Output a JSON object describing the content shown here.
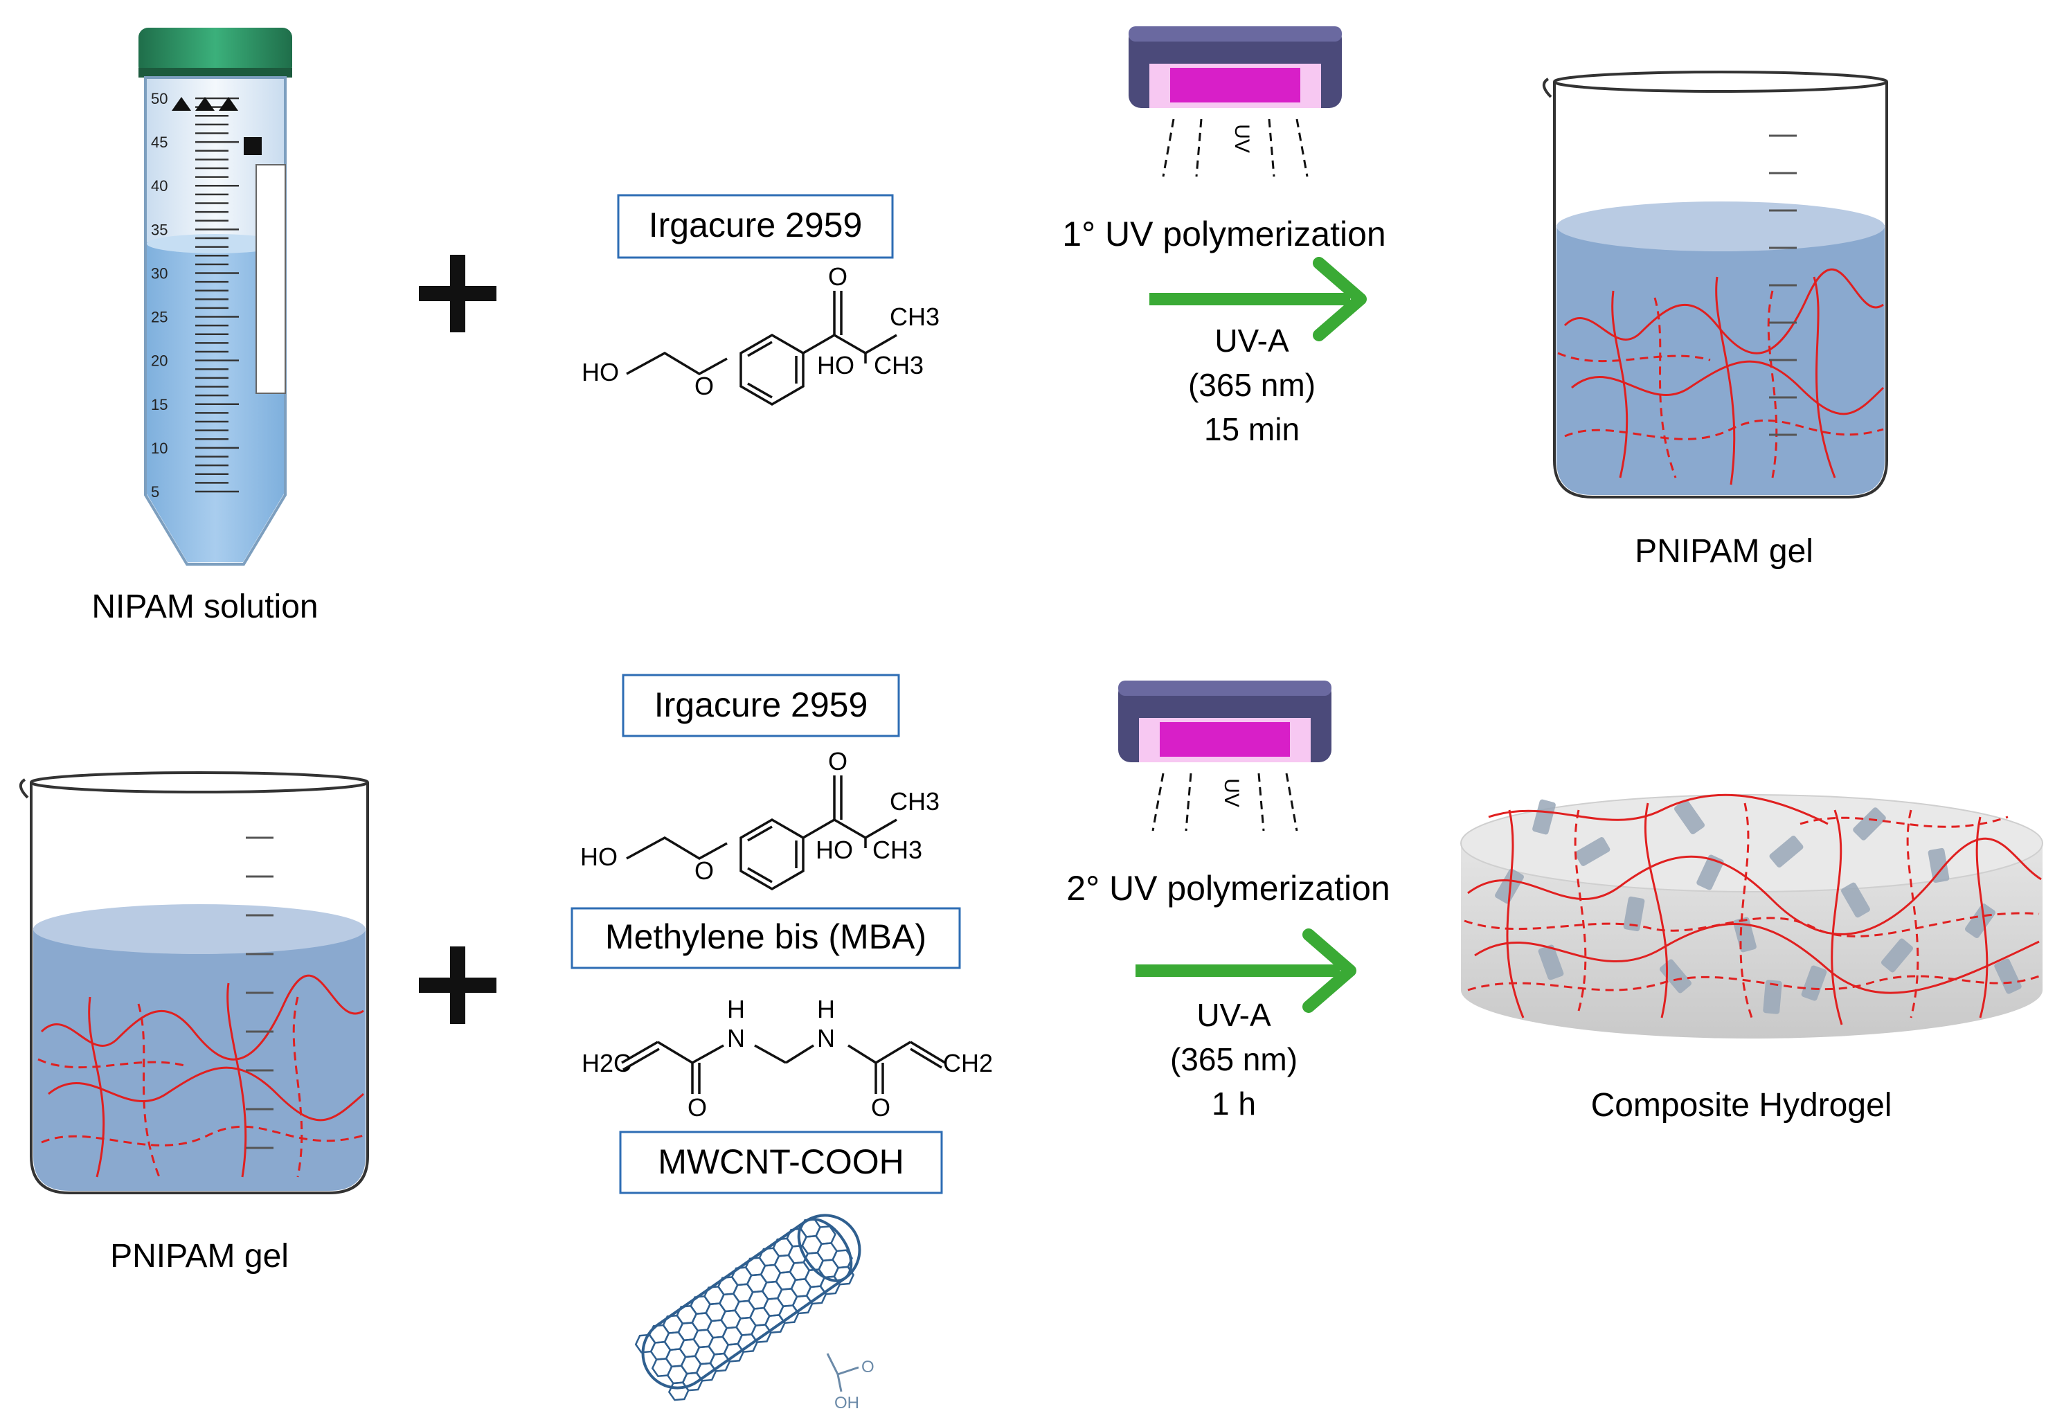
{
  "row1": {
    "start_label": "NIPAM solution",
    "reagent_box": "Irgacure 2959",
    "step_label": "1° UV polymerization",
    "conditions": [
      "UV-A",
      "(365 nm)",
      "15 min"
    ],
    "product_label": "PNIPAM gel"
  },
  "row2": {
    "start_label": "PNIPAM gel",
    "reagent_boxes": [
      "Irgacure 2959",
      "Methylene bis (MBA)",
      "MWCNT-COOH"
    ],
    "step_label": "2° UV polymerization",
    "conditions": [
      "UV-A",
      "(365 nm)",
      "1 h"
    ],
    "product_label": "Composite Hydrogel"
  },
  "uv_lamp_text": "UV",
  "tube_marks": [
    "50",
    "45",
    "40",
    "35",
    "30",
    "25",
    "20",
    "15",
    "10",
    "5"
  ],
  "chem_labels": {
    "irgacure": {
      "ho_left": "HO",
      "ho_right": "HO",
      "ch3_top": "CH3",
      "ch3_bot": "CH3",
      "o": "O"
    },
    "mba": {
      "h2c": "H2C",
      "ch2": "CH2",
      "nh": "H",
      "n": "N",
      "o": "O"
    },
    "cooh": {
      "o": "O",
      "oh": "OH"
    }
  },
  "colors": {
    "arrow": "#3aaa35",
    "liquid": "#8aa9cf",
    "liquid_top": "#b9cbe3",
    "polymer": "#e02020",
    "box_border": "#2e6db4",
    "lamp_body": "#4b4a7a",
    "lamp_window": "#d81fc8",
    "cap": "#2f8f62",
    "nanotube": "#2f5f8f"
  }
}
